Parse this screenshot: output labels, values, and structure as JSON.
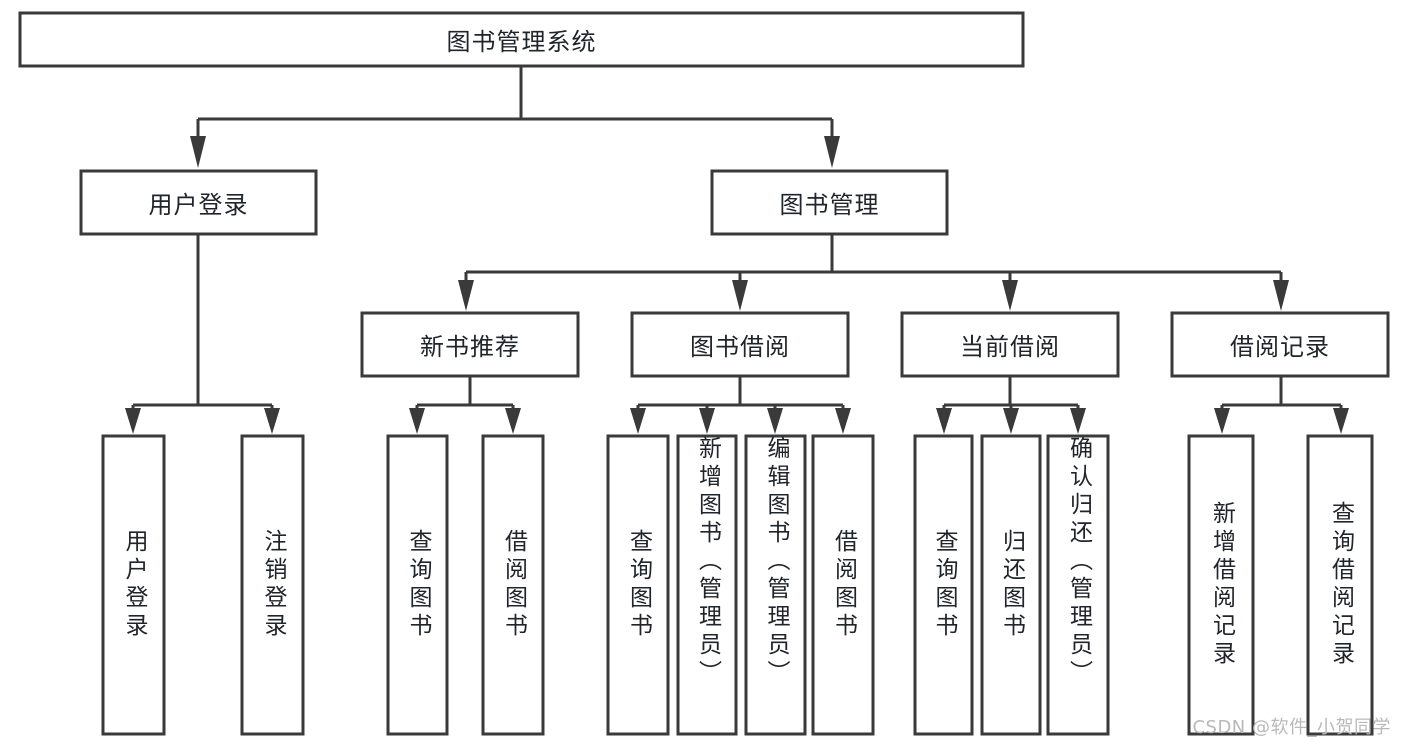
{
  "diagram": {
    "type": "tree-hierarchy",
    "title": "图书管理系统",
    "orientation": "top-down",
    "style": {
      "box_fill": "#ffffff",
      "box_stroke": "#3a3a3a",
      "connector_color": "#3a3a3a",
      "text_color": "#20252b",
      "background": "#ffffff"
    },
    "root": {
      "label": "图书管理系统"
    },
    "level2": [
      {
        "label": "用户登录"
      },
      {
        "label": "图书管理"
      }
    ],
    "level3": [
      {
        "label": "新书推荐"
      },
      {
        "label": "图书借阅"
      },
      {
        "label": "当前借阅"
      },
      {
        "label": "借阅记录"
      }
    ],
    "leaves": {
      "user_login": [
        {
          "label": "用户登录"
        },
        {
          "label": "注销登录"
        }
      ],
      "new_book_recommend": [
        {
          "label": "查询图书"
        },
        {
          "label": "借阅图书"
        }
      ],
      "book_borrow": [
        {
          "label": "查询图书"
        },
        {
          "label": "新增图书（管理员）"
        },
        {
          "label": "编辑图书（管理员）"
        },
        {
          "label": "借阅图书"
        }
      ],
      "current_borrow": [
        {
          "label": "查询图书"
        },
        {
          "label": "归还图书"
        },
        {
          "label": "确认归还（管理员）"
        }
      ],
      "borrow_records": [
        {
          "label": "新增借阅记录"
        },
        {
          "label": "查询借阅记录"
        }
      ]
    }
  },
  "watermark": {
    "text": "CSDN @软件_小贺同学"
  }
}
